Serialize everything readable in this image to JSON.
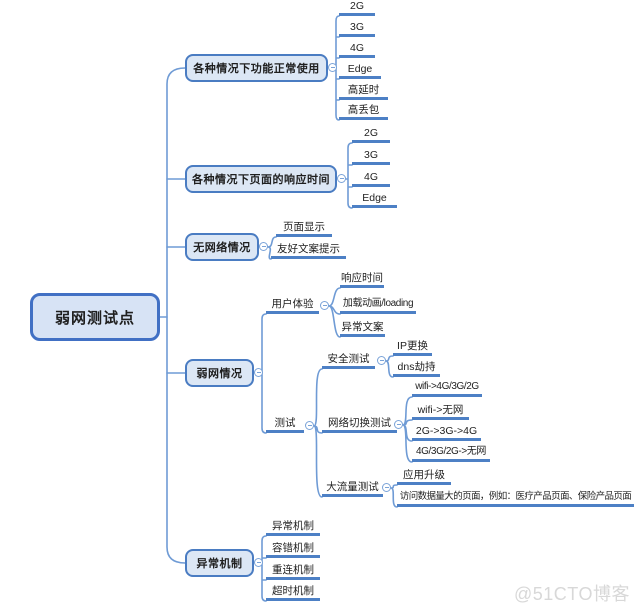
{
  "app": {
    "kind": "mind-map-canvas"
  },
  "colors": {
    "background": "#ffffff",
    "node_fill": "#dce7f5",
    "node_border": "#4a7cc2",
    "root_fill": "#d7e3f5",
    "root_border": "#4170c4",
    "connector_line": "#6f9bd5",
    "leaf_underline": "#4d80c5",
    "text": "#1f1f1f",
    "watermark": "#d8d8d8"
  },
  "icons": {
    "collapse": "minus-in-circle"
  },
  "watermark": {
    "text": "@51CTO博客"
  },
  "mindmap": {
    "root": {
      "label": "弱网测试点"
    },
    "branches": [
      {
        "label": "各种情况下功能正常使用",
        "children": [
          {
            "label": "2G"
          },
          {
            "label": "3G"
          },
          {
            "label": "4G"
          },
          {
            "label": "Edge"
          },
          {
            "label": "高延时"
          },
          {
            "label": "高丢包"
          }
        ]
      },
      {
        "label": "各种情况下页面的响应时间",
        "children": [
          {
            "label": "2G"
          },
          {
            "label": "3G"
          },
          {
            "label": "4G"
          },
          {
            "label": "Edge"
          }
        ]
      },
      {
        "label": "无网络情况",
        "children": [
          {
            "label": "页面显示"
          },
          {
            "label": "友好文案提示"
          }
        ]
      },
      {
        "label": "弱网情况",
        "children": [
          {
            "label": "用户体验",
            "children": [
              {
                "label": "响应时间"
              },
              {
                "label": "加载动画/loading"
              },
              {
                "label": "异常文案"
              }
            ]
          },
          {
            "label": "测试",
            "children": [
              {
                "label": "安全测试",
                "children": [
                  {
                    "label": "IP更换"
                  },
                  {
                    "label": "dns劫持"
                  }
                ]
              },
              {
                "label": "网络切换测试",
                "children": [
                  {
                    "label": "wifi->4G/3G/2G"
                  },
                  {
                    "label": "wifi->无网"
                  },
                  {
                    "label": "2G->3G->4G"
                  },
                  {
                    "label": "4G/3G/2G->无网"
                  }
                ]
              },
              {
                "label": "大流量测试",
                "children": [
                  {
                    "label": "应用升级"
                  },
                  {
                    "label": "访问数据量大的页面，例如：医疗产品页面、保险产品页面"
                  }
                ]
              }
            ]
          }
        ]
      },
      {
        "label": "异常机制",
        "children": [
          {
            "label": "异常机制"
          },
          {
            "label": "容错机制"
          },
          {
            "label": "重连机制"
          },
          {
            "label": "超时机制"
          }
        ]
      }
    ]
  }
}
